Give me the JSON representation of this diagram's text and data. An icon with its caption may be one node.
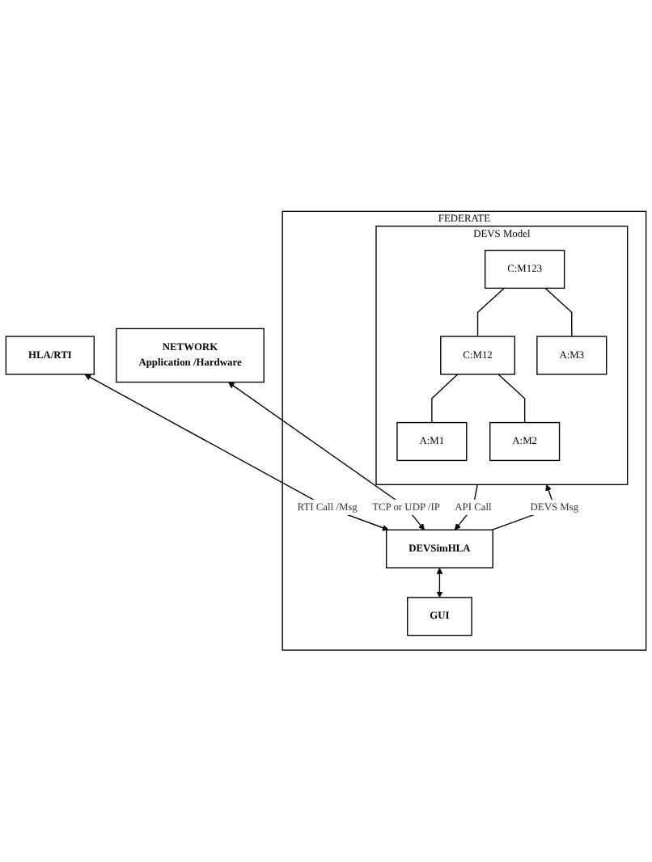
{
  "diagram": {
    "nodes": [
      {
        "text": [
          "HLA/RTI"
        ]
      },
      {
        "text": [
          "NETWORK",
          "Application /Hardware"
        ]
      },
      {
        "text": [
          "FEDERATE"
        ]
      },
      {
        "text": [
          "DEVSimHLA"
        ],
        "in": 2
      },
      {
        "text": [
          "GUI"
        ],
        "in": 2
      },
      {
        "text": [
          "DEVS Model"
        ],
        "in": 2
      },
      {
        "text": [
          "C:M123"
        ],
        "in": 5
      },
      {
        "text": [
          "C:M12"
        ],
        "in": 5
      },
      {
        "text": [
          "A:M3"
        ],
        "in": 5
      },
      {
        "text": [
          "A:M1"
        ],
        "in": 5
      },
      {
        "text": [
          "A:M2"
        ],
        "in": 5
      }
    ],
    "edges": [
      {
        "from": 0,
        "to": 3,
        "arrow": "both",
        "label": "RTI Call /Msg"
      },
      {
        "from": 1,
        "to": 3,
        "arrow": "both",
        "label": "TCP or UDP /IP"
      },
      {
        "from": 3,
        "to": 4,
        "arrow": "both"
      },
      {
        "from": 3,
        "to": 5,
        "arrow": "to",
        "label": "DEVS Msg"
      },
      {
        "from": 5,
        "to": 3,
        "arrow": "to",
        "label": "API Call"
      },
      {
        "from": 6,
        "to": 7,
        "arrow": "none"
      },
      {
        "from": 6,
        "to": 8,
        "arrow": "none"
      },
      {
        "from": 7,
        "to": 9,
        "arrow": "none"
      },
      {
        "from": 7,
        "to": 10,
        "arrow": "none"
      }
    ]
  }
}
